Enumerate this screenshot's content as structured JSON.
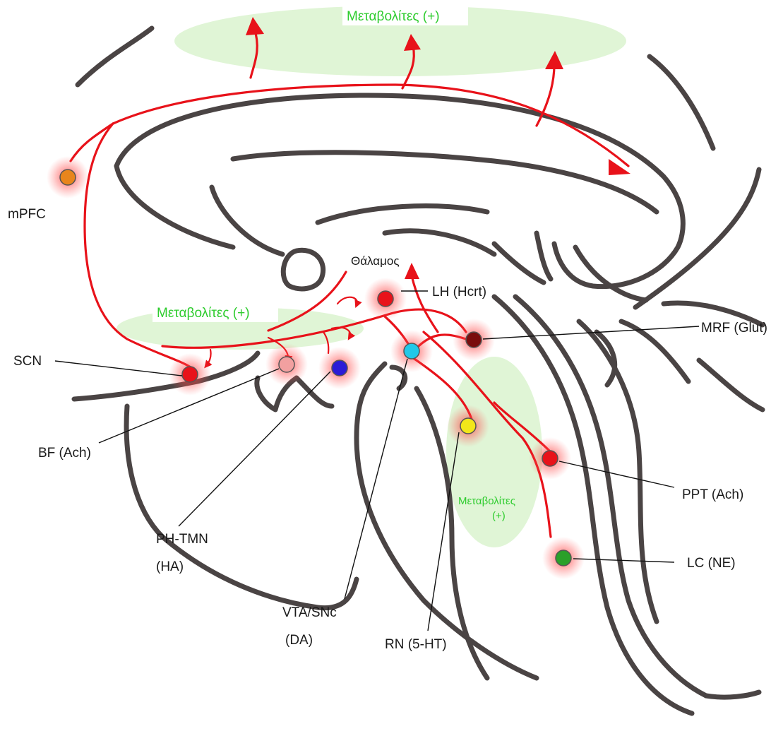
{
  "metabolites": {
    "top": "Μεταβολίτες (+)",
    "middle": "Μεταβολίτες (+)",
    "brainstem_line1": "Μεταβολίτες",
    "brainstem_line2": "(+)"
  },
  "thalamus_label": "Θάλαμος",
  "nuclei": [
    {
      "id": "mpfc",
      "label": "mPFC",
      "color": "#e8851c"
    },
    {
      "id": "scn",
      "label": "SCN",
      "color": "#e8121a"
    },
    {
      "id": "bf",
      "label": "BF (Ach)",
      "color": "#f2a0a0"
    },
    {
      "id": "ph-tmn",
      "label_line1": "PH-TMN",
      "label_line2": "(HA)",
      "color": "#2a1bd6"
    },
    {
      "id": "vta-snc",
      "label_line1": "VTA/SNc",
      "label_line2": "(DA)",
      "color": "#22c8e8"
    },
    {
      "id": "rn",
      "label": "RN (5-HT)",
      "color": "#f2e61a"
    },
    {
      "id": "lh",
      "label": "LH (Hcrt)",
      "color": "#e8121a"
    },
    {
      "id": "mrf",
      "label": "MRF (Glut)",
      "color": "#7a0d0d"
    },
    {
      "id": "ppt",
      "label": "PPT (Ach)",
      "color": "#e8121a"
    },
    {
      "id": "lc",
      "label": "LC (NE)",
      "color": "#2aa02a"
    }
  ],
  "colors": {
    "projection": "#e8121a",
    "anatomy": "#4a4444",
    "metabolite_zone": "#d6f2c8",
    "metabolite_text": "#2ecc2e"
  }
}
